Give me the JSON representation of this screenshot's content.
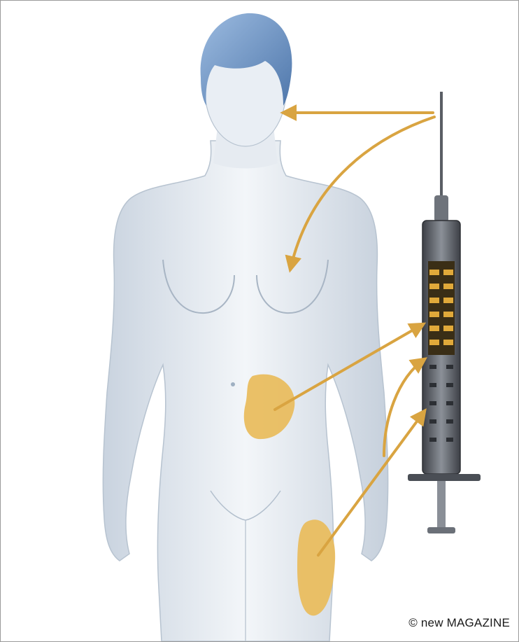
{
  "credit": "© new MAGAZINE",
  "colors": {
    "body_fill": "#dfe6ee",
    "body_outline": "#b7c3d0",
    "hair": "#7d9ec6",
    "highlight_region": "#e9bd5f",
    "arrow": "#d9a441",
    "syringe_barrel": "#5c6066",
    "syringe_scale": "#e0a93a"
  },
  "icons": {
    "human_figure": "human-body-illustration",
    "syringe": "syringe-icon",
    "arrow": "curved-arrow"
  }
}
